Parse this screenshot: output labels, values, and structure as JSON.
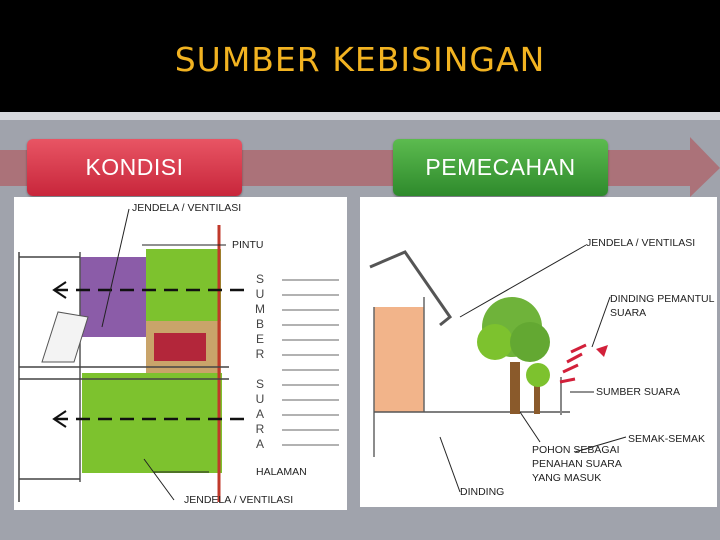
{
  "slide": {
    "title": "SUMBER KEBISINGAN"
  },
  "buttons": {
    "kondisi": "KONDISI",
    "pemecahan": "PEMECAHAN"
  },
  "left_drawing": {
    "labels": {
      "jendela_top": "JENDELA / VENTILASI",
      "pintu": "PINTU",
      "halaman": "HALAMAN",
      "jendela_bottom": "JENDELA / VENTILASI"
    },
    "vertical_1": [
      "S",
      "U",
      "M",
      "B",
      "E",
      "R"
    ],
    "vertical_2": [
      "S",
      "U",
      "A",
      "R",
      "A"
    ]
  },
  "right_drawing": {
    "labels": {
      "jendela": "JENDELA / VENTILASI",
      "dinding_pemantul_1": "DINDING PEMANTUL",
      "dinding_pemantul_2": "SUARA",
      "sumber_suara": "SUMBER SUARA",
      "semak": "SEMAK-SEMAK",
      "pohon_1": "POHON SEBAGAI",
      "pohon_2": "PENAHAN SUARA",
      "pohon_3": "YANG MASUK",
      "dinding": "DINDING"
    }
  },
  "colors": {
    "title": "#f2b321",
    "kondisi": "#d93447",
    "pemecahan": "#3fa23a",
    "grass": "#7dc22e",
    "room": "#8b5ca8"
  }
}
